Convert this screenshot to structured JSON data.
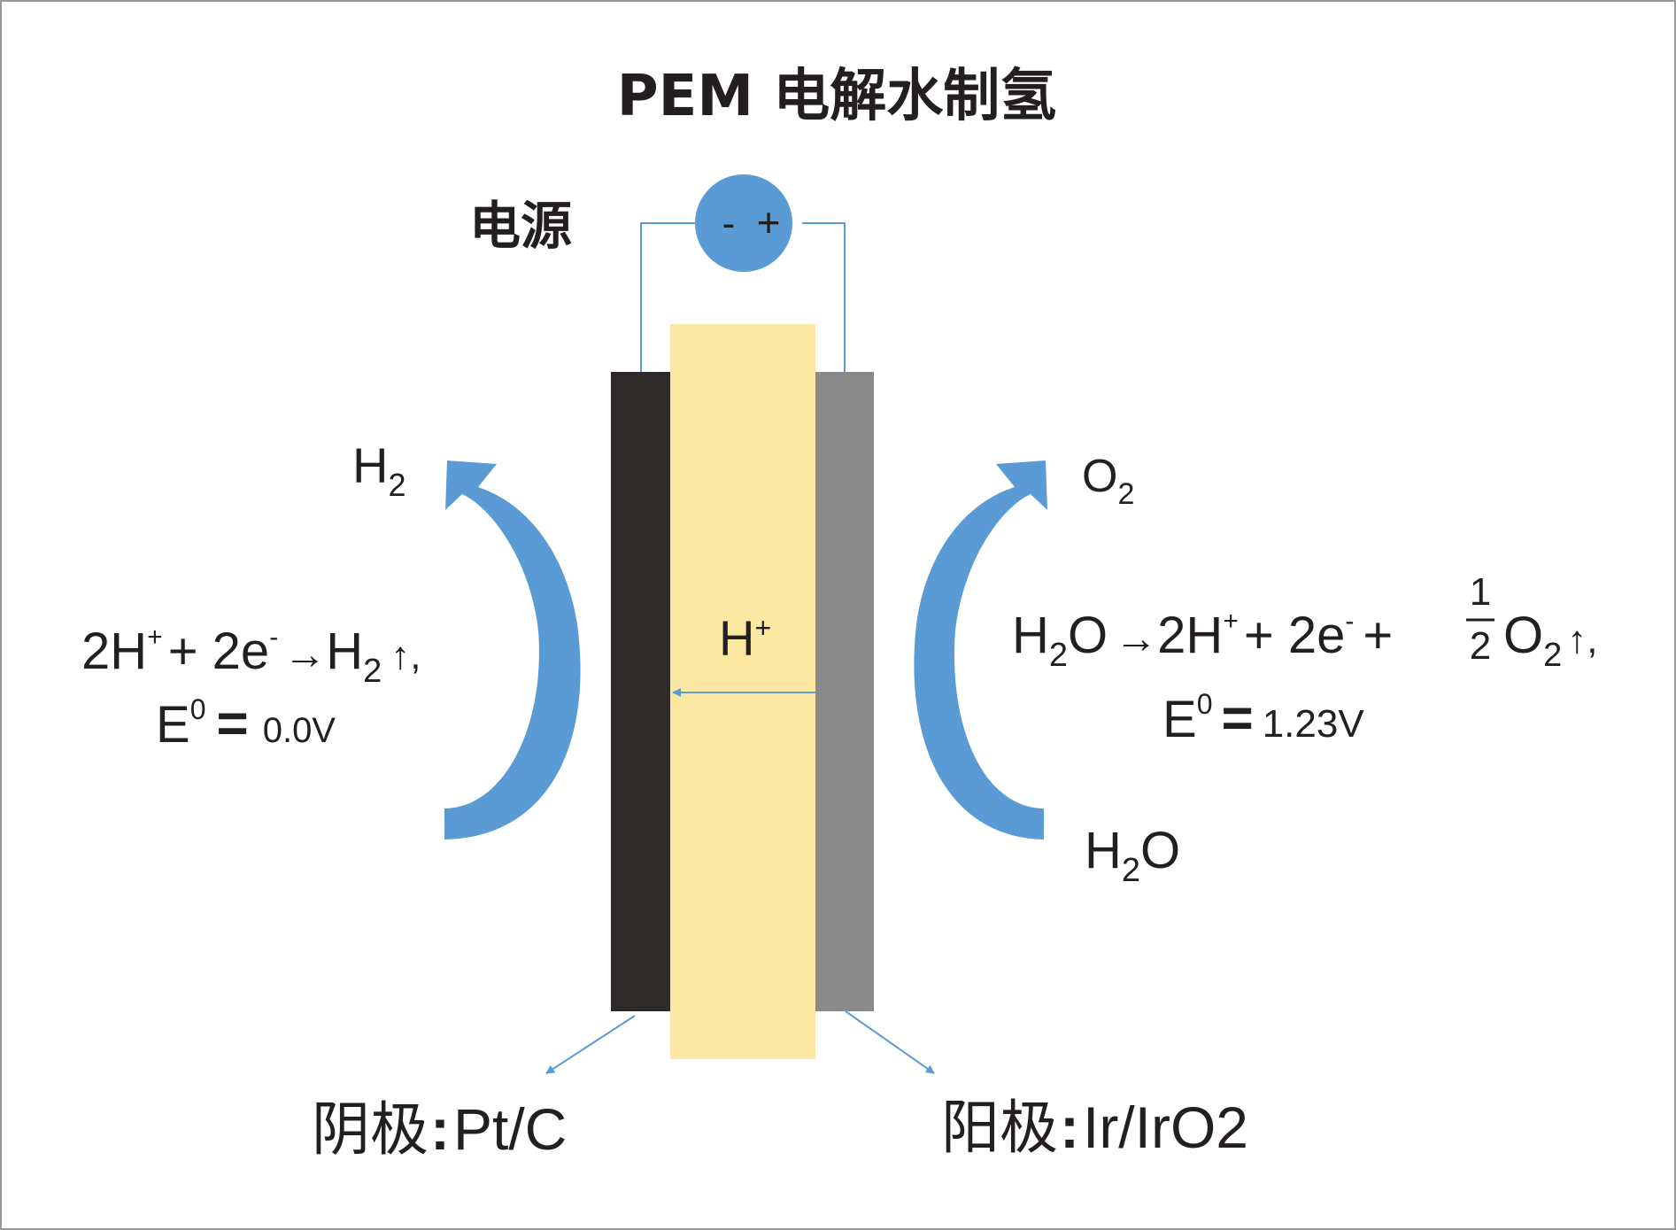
{
  "title": "PEM 电解水制氢",
  "power_source": {
    "label": "电源",
    "minus": "-",
    "plus": "+"
  },
  "proton": {
    "base": "H",
    "sup": "+"
  },
  "left": {
    "product": {
      "base": "H",
      "sub": "2"
    },
    "equation": {
      "c1": "2H",
      "s1": "+",
      "c2": "+ 2e",
      "s2": "-",
      "arrow": "→",
      "c3": "H",
      "sub3": "2",
      "up": "↑,"
    },
    "potential": {
      "e": "E",
      "sup": "0",
      "eq": "=",
      "value": "0.0V"
    },
    "electrode": {
      "name": "阴极",
      "colon": ":",
      "material": "Pt/C"
    }
  },
  "right": {
    "product": {
      "base": "O",
      "sub": "2"
    },
    "reactant": {
      "h": "H",
      "sub": "2",
      "o": "O"
    },
    "equation": {
      "h": "H",
      "hsub": "2",
      "o": "O",
      "arrow": "→",
      "c1": "2H",
      "s1": "+",
      "c2": "+ 2e",
      "s2": "-",
      "plus": "+",
      "frac_num": "1",
      "frac_den": "2",
      "o2": "O",
      "o2sub": "2",
      "up": "↑,"
    },
    "potential": {
      "e": "E",
      "sup": "0",
      "eq": "=",
      "value": "1.23V"
    },
    "electrode": {
      "name": "阳极",
      "colon": ":",
      "material": "Ir/IrO2"
    }
  },
  "colors": {
    "cathode": "#2f2a2a",
    "membrane": "#fde8a3",
    "anode": "#898989",
    "arrow": "#5b9bd5",
    "source": "#5b9bd5"
  }
}
